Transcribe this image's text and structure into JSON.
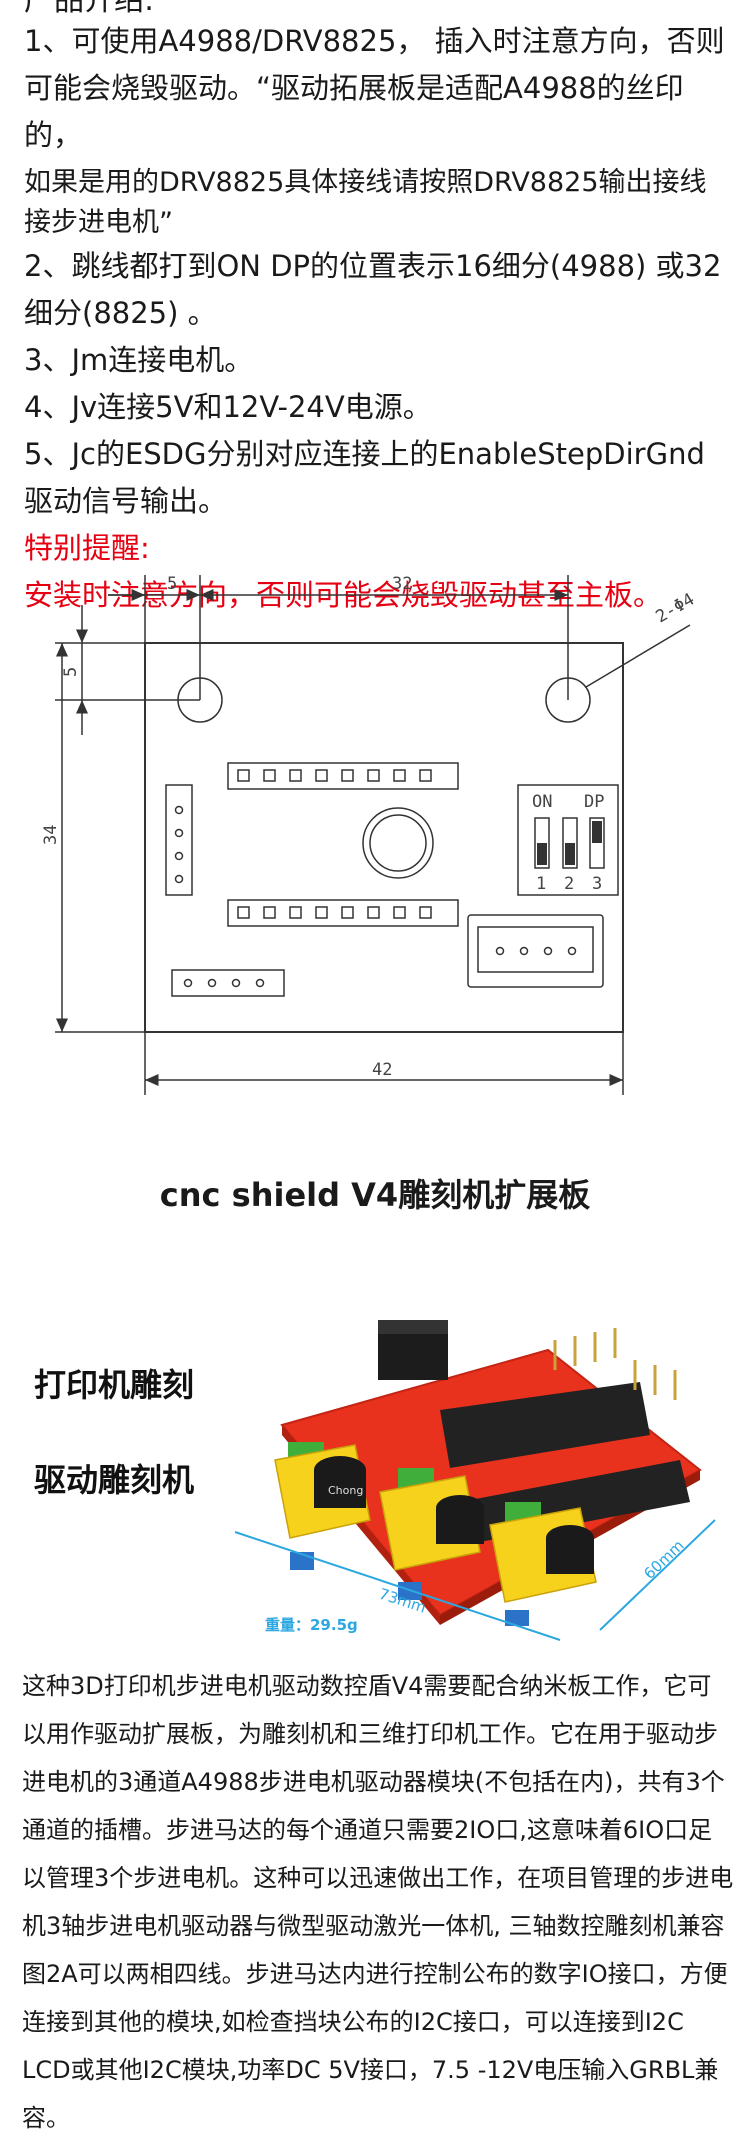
{
  "header_partial": "产品介绍:",
  "instructions": {
    "item1": "1、可使用A4988/DRV8825， 插入时注意方向，否则可能会烧毁驱动。“驱动拓展板是适配A4988的丝印的，",
    "item1_note": "如果是用的DRV8825具体接线请按照DRV8825输出接线接步进电机”",
    "item2": "2、跳线都打到ON DP的位置表示16细分(4988) 或32细分(8825) 。",
    "item3": "3、Jm连接电机。",
    "item4": "4、Jv连接5V和12V-24V电源。",
    "item5": "5、Jc的ESDG分别对应连接上的EnableStepDirGnd驱动信号输出。",
    "warning_title": "特别提醒:",
    "warning_text": "安装时注意方向，否则可能会烧毁驱动甚至主板。"
  },
  "drawing": {
    "dim_5_top": "5",
    "dim_32": "32",
    "dim_hole": "2-Φ4",
    "dim_5_side": "5",
    "dim_34": "34",
    "dim_42": "42",
    "dip_on": "ON",
    "dip_dp": "DP",
    "dip_1": "1",
    "dip_2": "2",
    "dip_3": "3"
  },
  "product": {
    "title": "cnc shield V4雕刻机扩展板",
    "label_left_1": "打印机雕刻",
    "label_left_2": "驱动雕刻机",
    "dim_73": "73mm",
    "dim_60": "60mm",
    "weight": "重量：29.5g",
    "cap_brand": "Chong"
  },
  "description": "这种3D打印机步进电机驱动数控盾V4需要配合纳米板工作，它可以用作驱动扩展板，为雕刻机和三维打印机工作。它在用于驱动步进电机的3通道A4988步进电机驱动器模块(不包括在内)，共有3个通道的插槽。步进马达的每个通道只需要2IO口,这意味着6IO口足以管理3个步进电机。这种可以迅速做出工作，在项目管理的步进电机3轴步进电机驱动器与微型驱动激光一体机, 三轴数控雕刻机兼容图2A可以两相四线。步进马达内进行控制公布的数字IO接口，方便连接到其他的模块,如检查挡块公布的I2C接口，可以连接到I2C LCD或其他I2C模块,功率DC 5V接口，7.5 -12V电压输入GRBL兼容。",
  "colors": {
    "warning_red": "#e60012",
    "pcb_red": "#e8321e",
    "header_yellow": "#f6d21c",
    "terminal_green": "#3fae3a",
    "dimension_blue": "#2ca7e0"
  }
}
